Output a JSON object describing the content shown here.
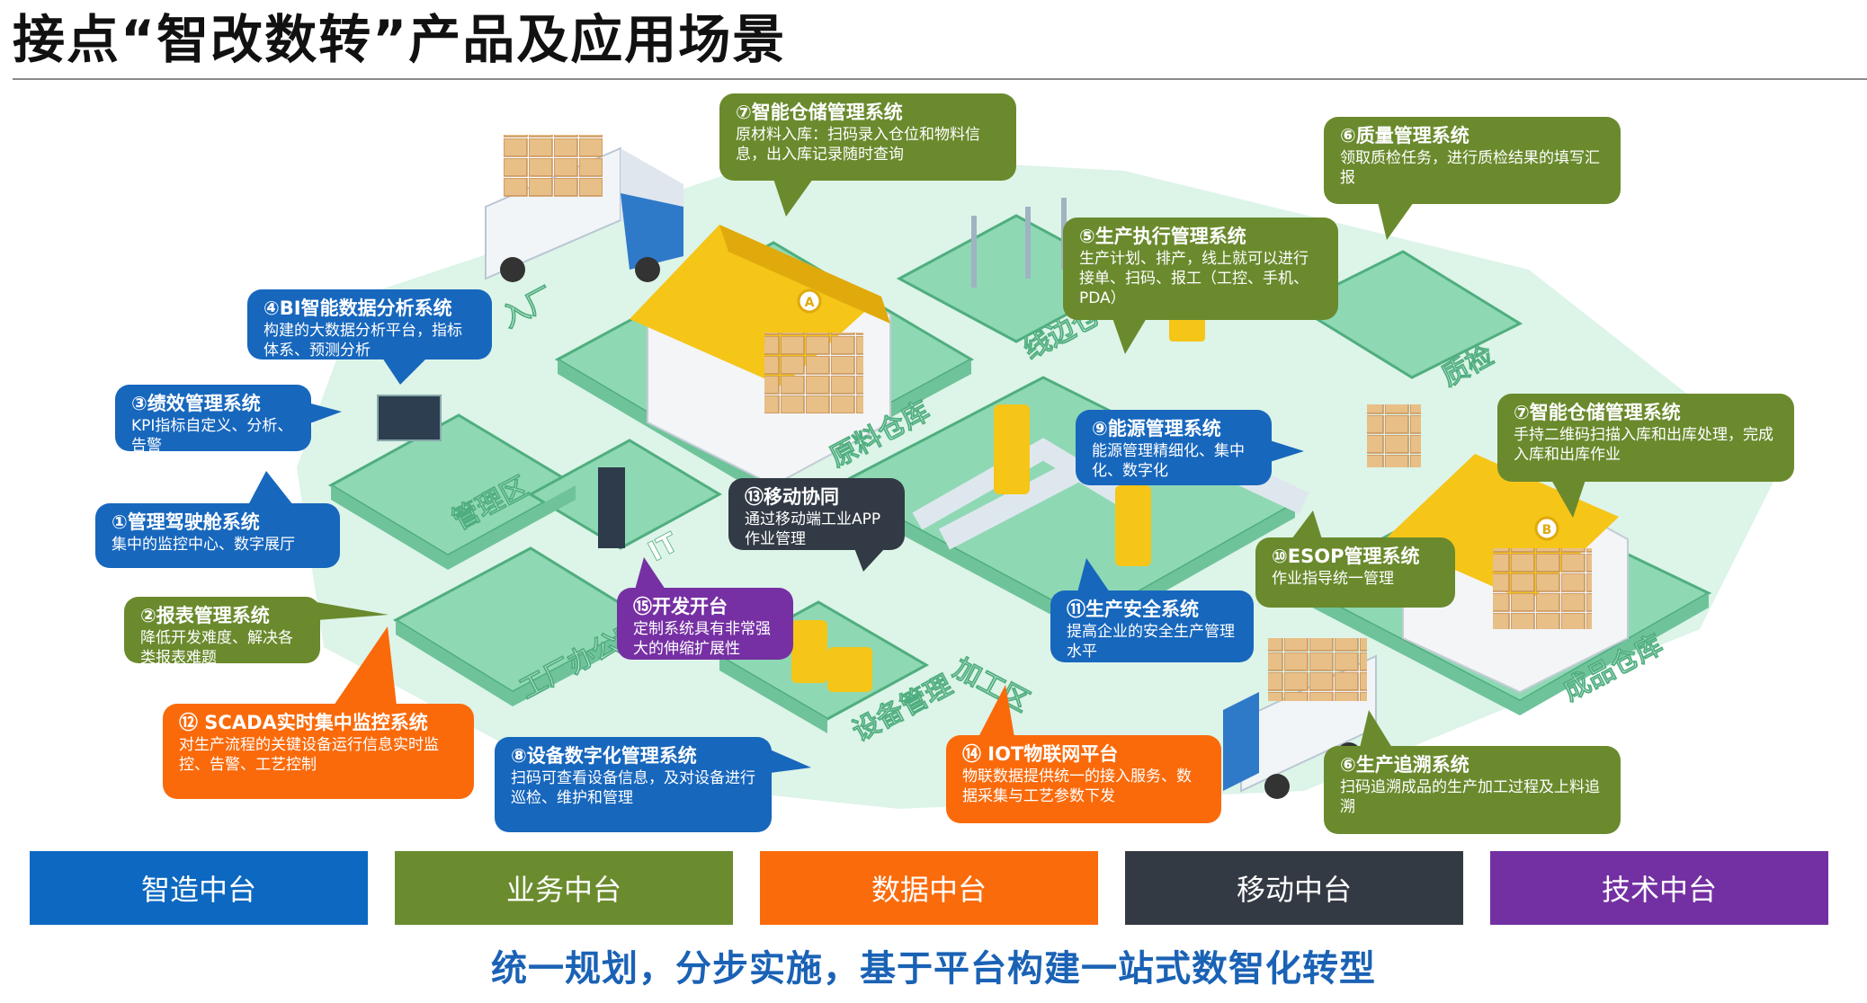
{
  "title": "接点“智改数转”产品及应用场景",
  "zones": {
    "ruchang": "入厂",
    "yuanliao": "原料仓库",
    "xianbian": "线边仓",
    "zhijian": "质检",
    "guanli": "管理区",
    "it": "IT",
    "bangong": "工厂办公室",
    "jiagong": "加工区",
    "shebei": "设备管理",
    "chengpin": "成品仓库"
  },
  "warehouse_marks": {
    "a": "A",
    "b": "B"
  },
  "callouts": {
    "c7a": {
      "title": "⑦智能仓储管理系统",
      "desc": "原材料入库：扫码录入仓位和物料信息，出入库记录随时查询"
    },
    "c6q": {
      "title": "⑥质量管理系统",
      "desc": "领取质检任务，进行质检结果的填写汇报"
    },
    "c5": {
      "title": "⑤生产执行管理系统",
      "desc": "生产计划、排产，线上就可以进行接单、扫码、报工（工控、手机、PDA）"
    },
    "c4": {
      "title": "④BI智能数据分析系统",
      "desc": "构建的大数据分析平台，指标体系、预测分析"
    },
    "c3": {
      "title": "③绩效管理系统",
      "desc": "KPI指标自定义、分析、告警"
    },
    "c1": {
      "title": "①管理驾驶舱系统",
      "desc": "集中的监控中心、数字展厅"
    },
    "c9": {
      "title": "⑨能源管理系统",
      "desc": "能源管理精细化、集中化、数字化"
    },
    "c7b": {
      "title": "⑦智能仓储管理系统",
      "desc": "手持二维码扫描入库和出库处理，完成入库和出库作业"
    },
    "c13": {
      "title": "⑬移动协同",
      "desc": "通过移动端工业APP作业管理"
    },
    "c10": {
      "title": "⑩ESOP管理系统",
      "desc": "作业指导统一管理"
    },
    "c2": {
      "title": "②报表管理系统",
      "desc": "降低开发难度、解决各类报表难题"
    },
    "c15": {
      "title": "⑮开发开台",
      "desc": "定制系统具有非常强大的伸缩扩展性"
    },
    "c11": {
      "title": "⑪生产安全系统",
      "desc": "提高企业的安全生产管理水平"
    },
    "c12": {
      "title": "⑫ SCADA实时集中监控系统",
      "desc": "对生产流程的关键设备运行信息实时监控、告警、工艺控制"
    },
    "c8": {
      "title": "⑧设备数字化管理系统",
      "desc": "扫码可查看设备信息，及对设备进行巡检、维护和管理"
    },
    "c14": {
      "title": "⑭ IOT物联网平台",
      "desc": "物联数据提供统一的接入服务、数据采集与工艺参数下发"
    },
    "c6t": {
      "title": "⑥生产追溯系统",
      "desc": "扫码追溯成品的生产加工过程及上料追溯"
    }
  },
  "platforms": [
    {
      "label": "智造中台",
      "color": "#0c68c1"
    },
    {
      "label": "业务中台",
      "color": "#6b8c2e"
    },
    {
      "label": "数据中台",
      "color": "#fa6b0c"
    },
    {
      "label": "移动中台",
      "color": "#343a44"
    },
    {
      "label": "技术中台",
      "color": "#7330a2"
    }
  ],
  "footer": "统一规划，分步实施，基于平台构建一站式数智化转型",
  "colors": {
    "mint": "#bfe9d4",
    "platform": "#7fd0aa",
    "edge": "#4fae7f",
    "house": "#f5c518",
    "box": "#e8bf86"
  }
}
